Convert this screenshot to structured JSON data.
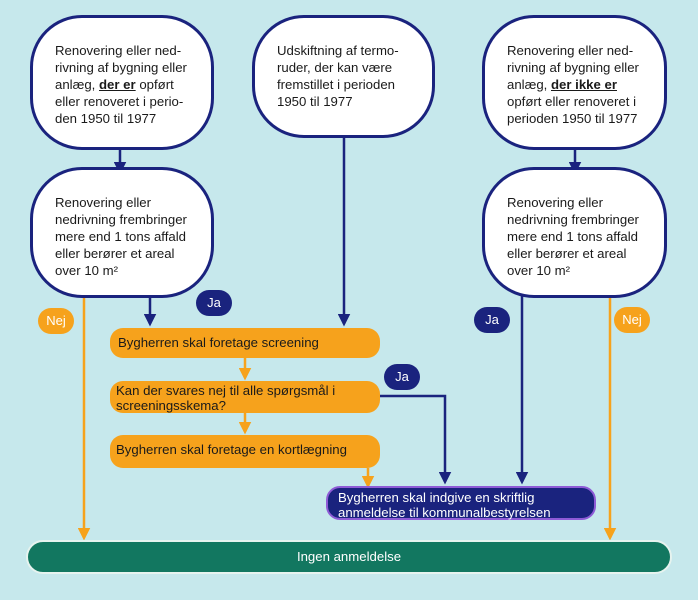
{
  "boxes": {
    "left_top": {
      "lines": [
        "Renovering eller ned-",
        "rivning af bygning eller",
        "anlæg, ",
        "der er",
        " opført",
        "eller renoveret i perio-",
        "den 1950 til 1977"
      ]
    },
    "middle_top": {
      "lines": [
        "Udskiftning af termo-",
        "ruder, der kan være",
        "fremstillet i perioden",
        "1950 til 1977"
      ]
    },
    "right_top": {
      "lines": [
        "Renovering eller ned-",
        "rivning af bygning eller",
        "anlæg, ",
        "der ikke er",
        "opført eller renoveret i",
        "perioden 1950 til 1977"
      ]
    },
    "left_mid": {
      "lines": [
        "Renovering eller",
        "nedrivning frembringer",
        "mere end 1 tons affald",
        "eller berører et areal",
        "over 10 m²"
      ]
    },
    "right_mid": {
      "lines": [
        "Renovering eller",
        "nedrivning frembringer",
        "mere end 1 tons affald",
        "eller berører et areal",
        "over 10 m²"
      ]
    }
  },
  "steps": {
    "screening": "Bygherren skal foretage screening",
    "question_l1": "Kan der svares nej til alle spørgsmål i",
    "question_l2": "screeningsskema?",
    "mapping": "Bygherren skal foretage en kortlægning",
    "notify_l1": "Bygherren skal indgive en skriftlig",
    "notify_l2": "anmeldelse til kommunalbestyrelsen",
    "no_notice": "Ingen anmeldelse"
  },
  "badges": {
    "left_nej": "Nej",
    "left_ja": "Ja",
    "question_ja": "Ja",
    "right_ja": "Ja",
    "right_nej": "Nej"
  },
  "colors": {
    "background": "#c6e8ec",
    "navy": "#1a237e",
    "orange": "#f6a21c",
    "green": "#127760"
  }
}
